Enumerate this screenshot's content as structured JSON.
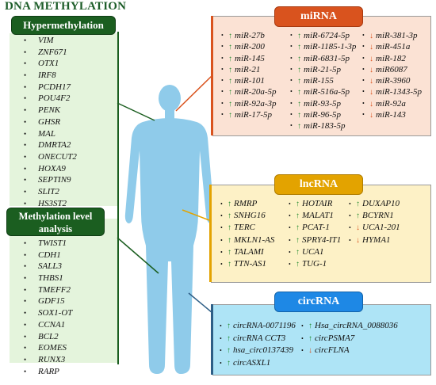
{
  "title": "DNA METHYLATION",
  "colors": {
    "dark_green": "#1b5e20",
    "light_green": "#e4f4dc",
    "mirna_orange": "#d9531e",
    "mirna_bg": "#fbe2d4",
    "lnc_gold": "#e3a300",
    "lnc_bg": "#fdf1c6",
    "circ_blue": "#1e88e5",
    "circ_bg": "#aee4f6",
    "up_arrow": "#1f8a2c",
    "down_arrow": "#d9531e",
    "body": "#8fcbea"
  },
  "hyper": {
    "label": "Hypermethylation",
    "genes": [
      "VIM",
      "ZNF671",
      "OTX1",
      "IRF8",
      "PCDH17",
      "POU4F2",
      "PENK",
      "GHSR",
      "MAL",
      "DMRTA2",
      "ONECUT2",
      "HOXA9",
      "SEPTIN9",
      "SLIT2",
      "HS3ST2"
    ]
  },
  "level": {
    "label_1": "Methylation level",
    "label_2": "analysis",
    "genes": [
      "TWIST1",
      "CDH1",
      "SALL3",
      "THBS1",
      "TMEFF2",
      "GDF15",
      "SOX1-OT",
      "CCNA1",
      "BCL2",
      "EOMES",
      "RUNX3",
      "RARP"
    ]
  },
  "mirna": {
    "label": "miRNA",
    "columns": [
      [
        {
          "t": "miR-27b",
          "d": "up"
        },
        {
          "t": "miR-200",
          "d": "up"
        },
        {
          "t": "miR-145",
          "d": "up"
        },
        {
          "t": "miR-21",
          "d": "up"
        },
        {
          "t": "miR-101",
          "d": "up"
        },
        {
          "t": "miR-20a-5p",
          "d": "up"
        },
        {
          "t": "miR-92a-3p",
          "d": "up"
        },
        {
          "t": "miR-17-5p",
          "d": "up"
        }
      ],
      [
        {
          "t": "miR-6724-5p",
          "d": "up"
        },
        {
          "t": "miR-1185-1-3p",
          "d": "up"
        },
        {
          "t": "miR-6831-5p",
          "d": "up"
        },
        {
          "t": "miR-21-5p",
          "d": "up"
        },
        {
          "t": "miR-155",
          "d": "up"
        },
        {
          "t": "miR-516a-5p",
          "d": "up"
        },
        {
          "t": "miR-93-5p",
          "d": "up"
        },
        {
          "t": "miR-96-5p",
          "d": "up"
        },
        {
          "t": "miR-183-5p",
          "d": "up"
        }
      ],
      [
        {
          "t": "miR-381-3p",
          "d": "down"
        },
        {
          "t": "miR-451a",
          "d": "down"
        },
        {
          "t": "miR-182",
          "d": "down"
        },
        {
          "t": "miR6087",
          "d": "down"
        },
        {
          "t": "miR-3960",
          "d": "down"
        },
        {
          "t": "miR-1343-5p",
          "d": "down"
        },
        {
          "t": "miR-92a",
          "d": "down"
        },
        {
          "t": "miR-143",
          "d": "down"
        }
      ]
    ]
  },
  "lncrna": {
    "label": "lncRNA",
    "columns": [
      [
        {
          "t": "RMRP",
          "d": "up"
        },
        {
          "t": "SNHG16",
          "d": "up"
        },
        {
          "t": "TERC",
          "d": "up"
        },
        {
          "t": "MKLN1-AS",
          "d": "up"
        },
        {
          "t": "TALAMI",
          "d": "up"
        },
        {
          "t": "TTN-AS1",
          "d": "up"
        }
      ],
      [
        {
          "t": "HOTAIR",
          "d": "up"
        },
        {
          "t": "MALAT1",
          "d": "up"
        },
        {
          "t": "PCAT-1",
          "d": "up"
        },
        {
          "t": "SPRY4-IT1",
          "d": "up"
        },
        {
          "t": "UCA1",
          "d": "up"
        },
        {
          "t": "TUG-1",
          "d": "up"
        }
      ],
      [
        {
          "t": "DUXAP10",
          "d": "up"
        },
        {
          "t": "BCYRN1",
          "d": "up"
        },
        {
          "t": "UCA1-201",
          "d": "down"
        },
        {
          "t": "HYMA1",
          "d": "down"
        }
      ]
    ]
  },
  "circrna": {
    "label": "circRNA",
    "columns": [
      [
        {
          "t": "circRNA-0071196",
          "d": "up"
        },
        {
          "t": "circRNA CCT3",
          "d": "up"
        },
        {
          "t": "hsa_circ0137439",
          "d": "up"
        },
        {
          "t": "circASXL1",
          "d": "up"
        }
      ],
      [
        {
          "t": "Hsa_circRNA_0088036",
          "d": "up"
        },
        {
          "t": "circPSMA7",
          "d": "up"
        },
        {
          "t": "circFLNA",
          "d": "down"
        }
      ]
    ]
  }
}
